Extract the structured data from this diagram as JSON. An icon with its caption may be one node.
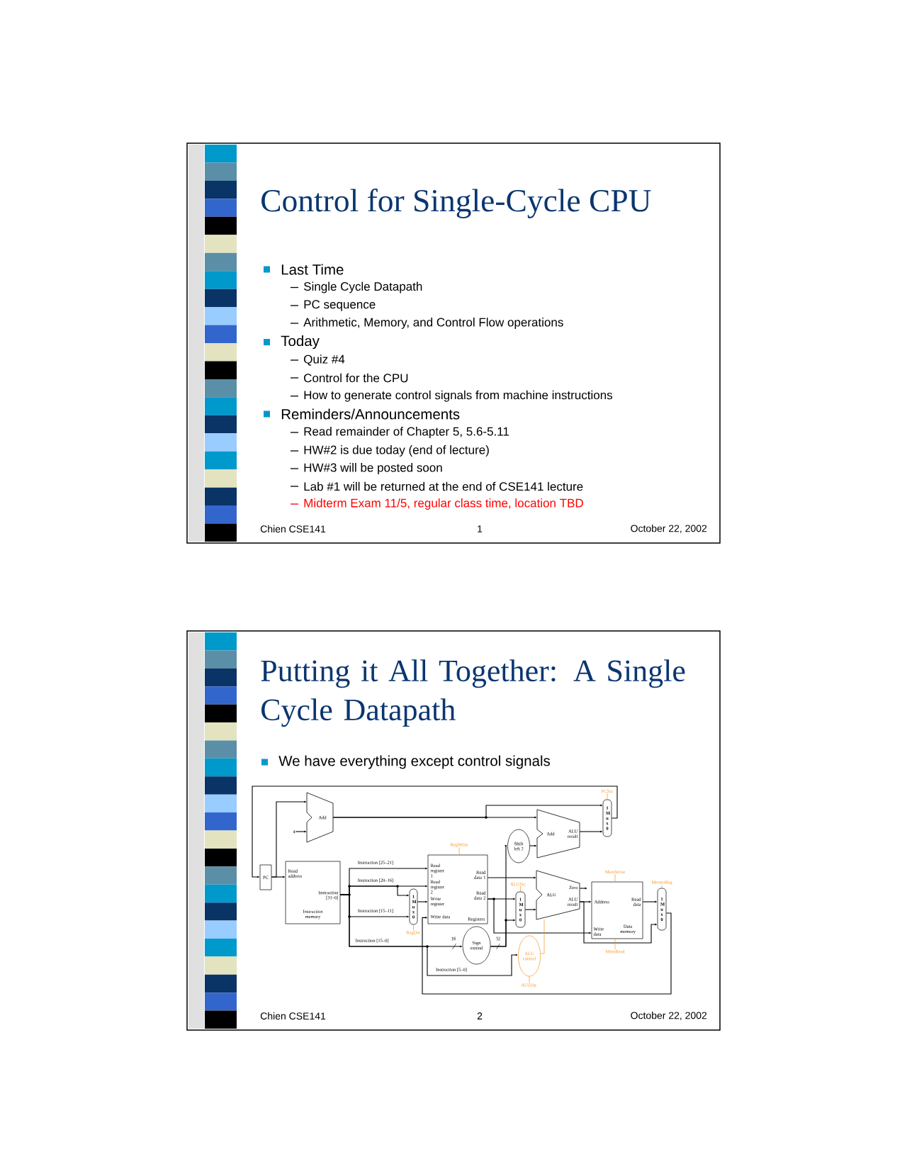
{
  "diagram": {
    "nodes": [
      {
        "text": [
          "Control for Single-Cycle CPU",
          "Last Time",
          "Single Cycle Datapath",
          "PC sequence",
          "Arithmetic, Memory, and Control Flow operations",
          "Today",
          "Quiz #4",
          "Control for the CPU",
          "How to generate control signals from machine instructions",
          "Reminders/Announcements",
          "Read remainder of Chapter 5, 5.6-5.11",
          "HW#2 is due today (end of lecture)",
          "HW#3 will be posted soon",
          "Lab #1 will be returned at the end of CSE141 lecture",
          "Midterm Exam 11/5, regular class time, location TBD",
          "Chien CSE141",
          "1",
          "October 22, 2002"
        ]
      },
      {
        "text": [
          "Putting it All Together: A Single Cycle Datapath",
          "We have everything except control signals",
          "Chien CSE141",
          "2",
          "October 22, 2002"
        ]
      },
      {
        "text": [
          "Add"
        ],
        "in": 1
      },
      {
        "text": [
          "4"
        ],
        "in": 1
      },
      {
        "text": [
          "PC"
        ],
        "in": 1
      },
      {
        "text": [
          "Read address",
          "Instruction [31–0]",
          "Instruction memory"
        ],
        "in": 1
      },
      {
        "text": [
          "1 M u x 0"
        ],
        "in": 1
      },
      {
        "text": [
          "RegDst"
        ],
        "in": 1
      },
      {
        "text": [
          "Read register 1",
          "Read register 2",
          "Write register",
          "Write data",
          "Read data 1",
          "Read data 2",
          "Registers"
        ],
        "in": 1
      },
      {
        "text": [
          "RegWrite"
        ],
        "in": 1
      },
      {
        "text": [
          "Sign extend"
        ],
        "in": 1
      },
      {
        "text": [
          "Shift left 2"
        ],
        "in": 1
      },
      {
        "text": [
          "Add",
          "ALU result"
        ],
        "in": 1
      },
      {
        "text": [
          "1 M u x 0"
        ],
        "in": 1
      },
      {
        "text": [
          "PCSrc"
        ],
        "in": 1
      },
      {
        "text": [
          "1 M u x 0"
        ],
        "in": 1
      },
      {
        "text": [
          "ALUSrc"
        ],
        "in": 1
      },
      {
        "text": [
          "Zero",
          "ALU",
          "ALU result"
        ],
        "in": 1
      },
      {
        "text": [
          "ALU control"
        ],
        "in": 1
      },
      {
        "text": [
          "ALUOp"
        ],
        "in": 1
      },
      {
        "text": [
          "Address",
          "Read data",
          "Write data",
          "Data memory"
        ],
        "in": 1
      },
      {
        "text": [
          "MemWrite"
        ],
        "in": 1
      },
      {
        "text": [
          "MemRead"
        ],
        "in": 1
      },
      {
        "text": [
          "1 M u x 0"
        ],
        "in": 1
      },
      {
        "text": [
          "MemtoReg"
        ],
        "in": 1
      }
    ],
    "edges": [
      {
        "from": 4,
        "to": 2,
        "arrow": "to"
      },
      {
        "from": 3,
        "to": 2,
        "arrow": "to"
      },
      {
        "from": 4,
        "to": 5,
        "arrow": "to"
      },
      {
        "from": 2,
        "to": 13,
        "arrow": "to"
      },
      {
        "from": 2,
        "to": 12,
        "arrow": "to"
      },
      {
        "from": 13,
        "to": 4,
        "arrow": "to"
      },
      {
        "from": 5,
        "to": 8,
        "arrow": "to",
        "label": "Instruction [25–21]"
      },
      {
        "from": 5,
        "to": 8,
        "arrow": "to",
        "label": "Instruction [20–16]"
      },
      {
        "from": 5,
        "to": 6,
        "arrow": "to"
      },
      {
        "from": 5,
        "to": 6,
        "arrow": "to",
        "label": "Instruction [15–11]"
      },
      {
        "from": 5,
        "to": 10,
        "arrow": "to",
        "label": "Instruction [15–0]"
      },
      {
        "from": 5,
        "to": 18,
        "arrow": "to",
        "label": "Instruction [5–0]"
      },
      {
        "from": 6,
        "to": 8,
        "arrow": "to"
      },
      {
        "from": 8,
        "to": 17,
        "arrow": "to"
      },
      {
        "from": 8,
        "to": 15,
        "arrow": "to"
      },
      {
        "from": 8,
        "to": 20,
        "arrow": "to"
      },
      {
        "from": 10,
        "to": 15,
        "arrow": "to"
      },
      {
        "from": 10,
        "to": 11,
        "arrow": "to"
      },
      {
        "from": 11,
        "to": 12,
        "arrow": "to"
      },
      {
        "from": 12,
        "to": 13,
        "arrow": "to"
      },
      {
        "from": 15,
        "to": 17,
        "arrow": "to"
      },
      {
        "from": 17,
        "to": 20,
        "arrow": "to"
      },
      {
        "from": 17,
        "to": 23,
        "arrow": "to"
      },
      {
        "from": 20,
        "to": 23,
        "arrow": "to"
      },
      {
        "from": 23,
        "to": 8,
        "arrow": "to"
      },
      {
        "from": 17,
        "to": null,
        "arrow": "to"
      },
      {
        "from": 18,
        "to": 17,
        "arrow": "none",
        "color": "#f7941d"
      },
      {
        "from": 9,
        "to": 8,
        "arrow": "none",
        "color": "#f7941d"
      },
      {
        "from": 7,
        "to": 6,
        "arrow": "none",
        "color": "#f7941d"
      },
      {
        "from": 14,
        "to": 13,
        "arrow": "none",
        "color": "#f7941d"
      },
      {
        "from": 16,
        "to": 15,
        "arrow": "none",
        "color": "#f7941d"
      },
      {
        "from": 21,
        "to": 20,
        "arrow": "none",
        "color": "#f7941d"
      },
      {
        "from": 22,
        "to": 20,
        "arrow": "none",
        "color": "#f7941d"
      },
      {
        "from": 24,
        "to": 23,
        "arrow": "none",
        "color": "#f7941d"
      },
      {
        "from": 19,
        "to": 18,
        "arrow": "none",
        "color": "#f7941d"
      }
    ],
    "labels": [
      "16",
      "32"
    ]
  }
}
